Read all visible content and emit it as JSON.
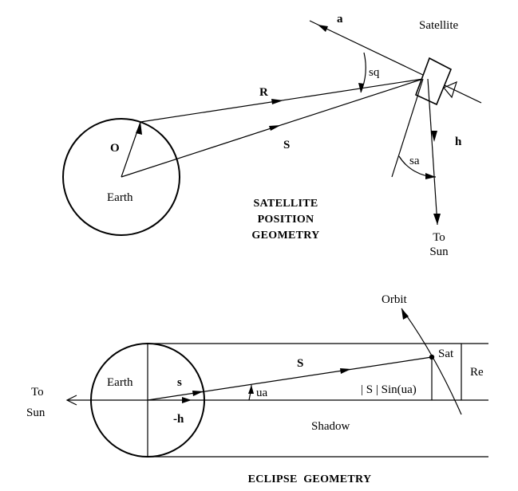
{
  "top": {
    "vector_a": "a",
    "satellite": "Satellite",
    "angle_sq": "sq",
    "vector_R": "R",
    "vector_O": "O",
    "vector_S": "S",
    "vector_h": "h",
    "angle_sa": "sa",
    "earth": "Earth",
    "title": [
      "SATELLITE",
      "POSITION",
      "GEOMETRY"
    ],
    "to_sun": [
      "To",
      "Sun"
    ]
  },
  "bottom": {
    "orbit": "Orbit",
    "sat": "Sat",
    "vector_S": "S",
    "re": "Re",
    "earth": "Earth",
    "vector_s": "s",
    "angle_ua": "ua",
    "sin_expr": "| S | Sin(ua)",
    "to_sun": [
      "To",
      "Sun"
    ],
    "neg_h": "-h",
    "shadow": "Shadow",
    "title": "ECLIPSE  GEOMETRY"
  }
}
